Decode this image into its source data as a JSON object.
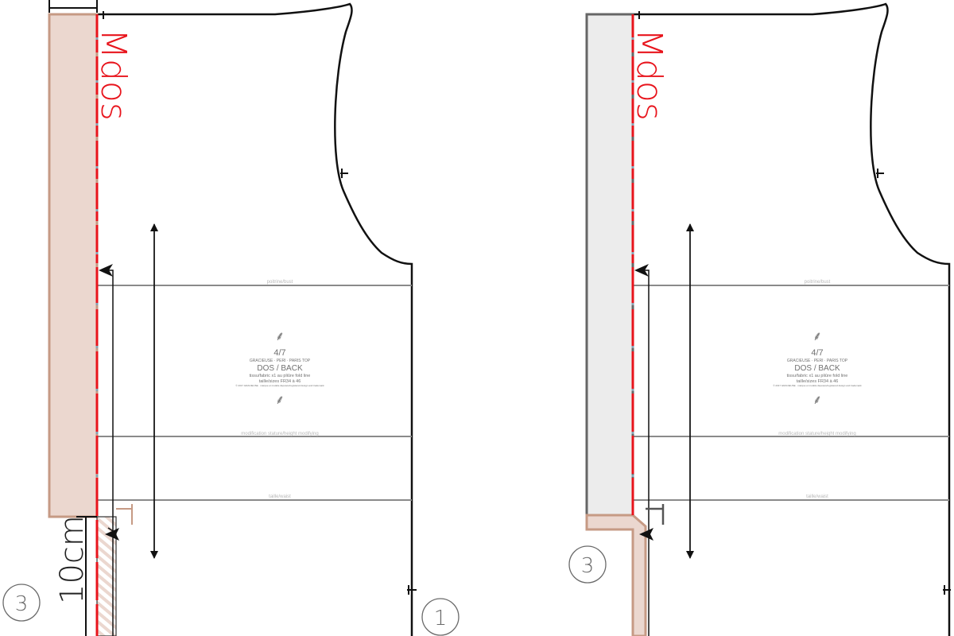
{
  "colors": {
    "outline": "#111111",
    "fold_red": "#e8141c",
    "extension_fill": "#ebd7cf",
    "extension_stroke": "#c69a84",
    "grey_fill": "#ececec",
    "grey_stroke": "#666666",
    "guide_line": "#8a8a8a"
  },
  "left_panel": {
    "fold_label": "Mdos",
    "length_label": "10cm",
    "step_number": "3",
    "piece_number": "1",
    "lines": {
      "bust": "poitrine/bust",
      "alter": "modification stature/height modifying",
      "waist": "taille/waist"
    },
    "tag": {
      "page": "4/7",
      "brand": "GRACIEUSE · PERI · PARIS TOP",
      "piece": "DOS / BACK",
      "fold": "tissu/fabric x1 au pliûre fold line",
      "sizes": "taille/sizes FR34 à 46",
      "copyright": "© 2017 GRACIEUSE · marque et modèle déposés/registered design and trademark"
    }
  },
  "right_panel": {
    "fold_label": "Mdos",
    "step_number": "3",
    "lines": {
      "bust": "poitrine/bust",
      "alter": "modification stature/height modifying",
      "waist": "taille/waist"
    },
    "tag": {
      "page": "4/7",
      "brand": "GRACIEUSE · PERI · PARIS TOP",
      "piece": "DOS / BACK",
      "fold": "tissu/fabric x1 au pliûre fold line",
      "sizes": "taille/sizes FR34 à 46",
      "copyright": "© 2017 GRACIEUSE · marque et modèle déposés/registered design and trademark"
    }
  }
}
